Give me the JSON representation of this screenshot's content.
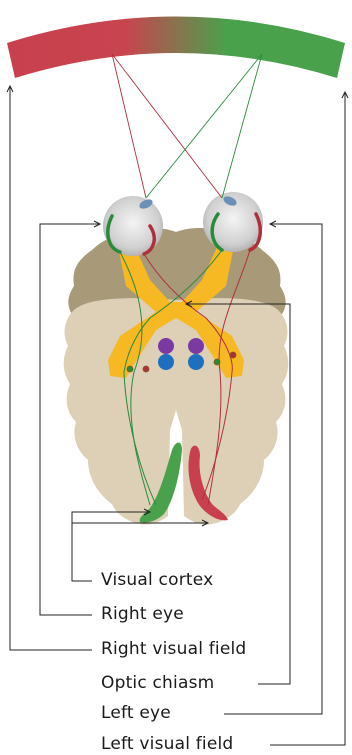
{
  "labels": {
    "visual_cortex": "Visual cortex",
    "right_eye": "Right eye",
    "right_visual_field": "Right visual field",
    "optic_chiasm": "Optic chiasm",
    "left_eye": "Left eye",
    "left_visual_field": "Left visual field"
  },
  "colors": {
    "field_red": "#c8404e",
    "field_green": "#4aa14c",
    "brain_dark": "#a89a78",
    "brain_light": "#ddd0b6",
    "optic_yellow": "#f6b923",
    "nucleus_purple": "#7b3aa2",
    "nucleus_blue": "#1e6fbe",
    "leader_line": "#222222"
  }
}
